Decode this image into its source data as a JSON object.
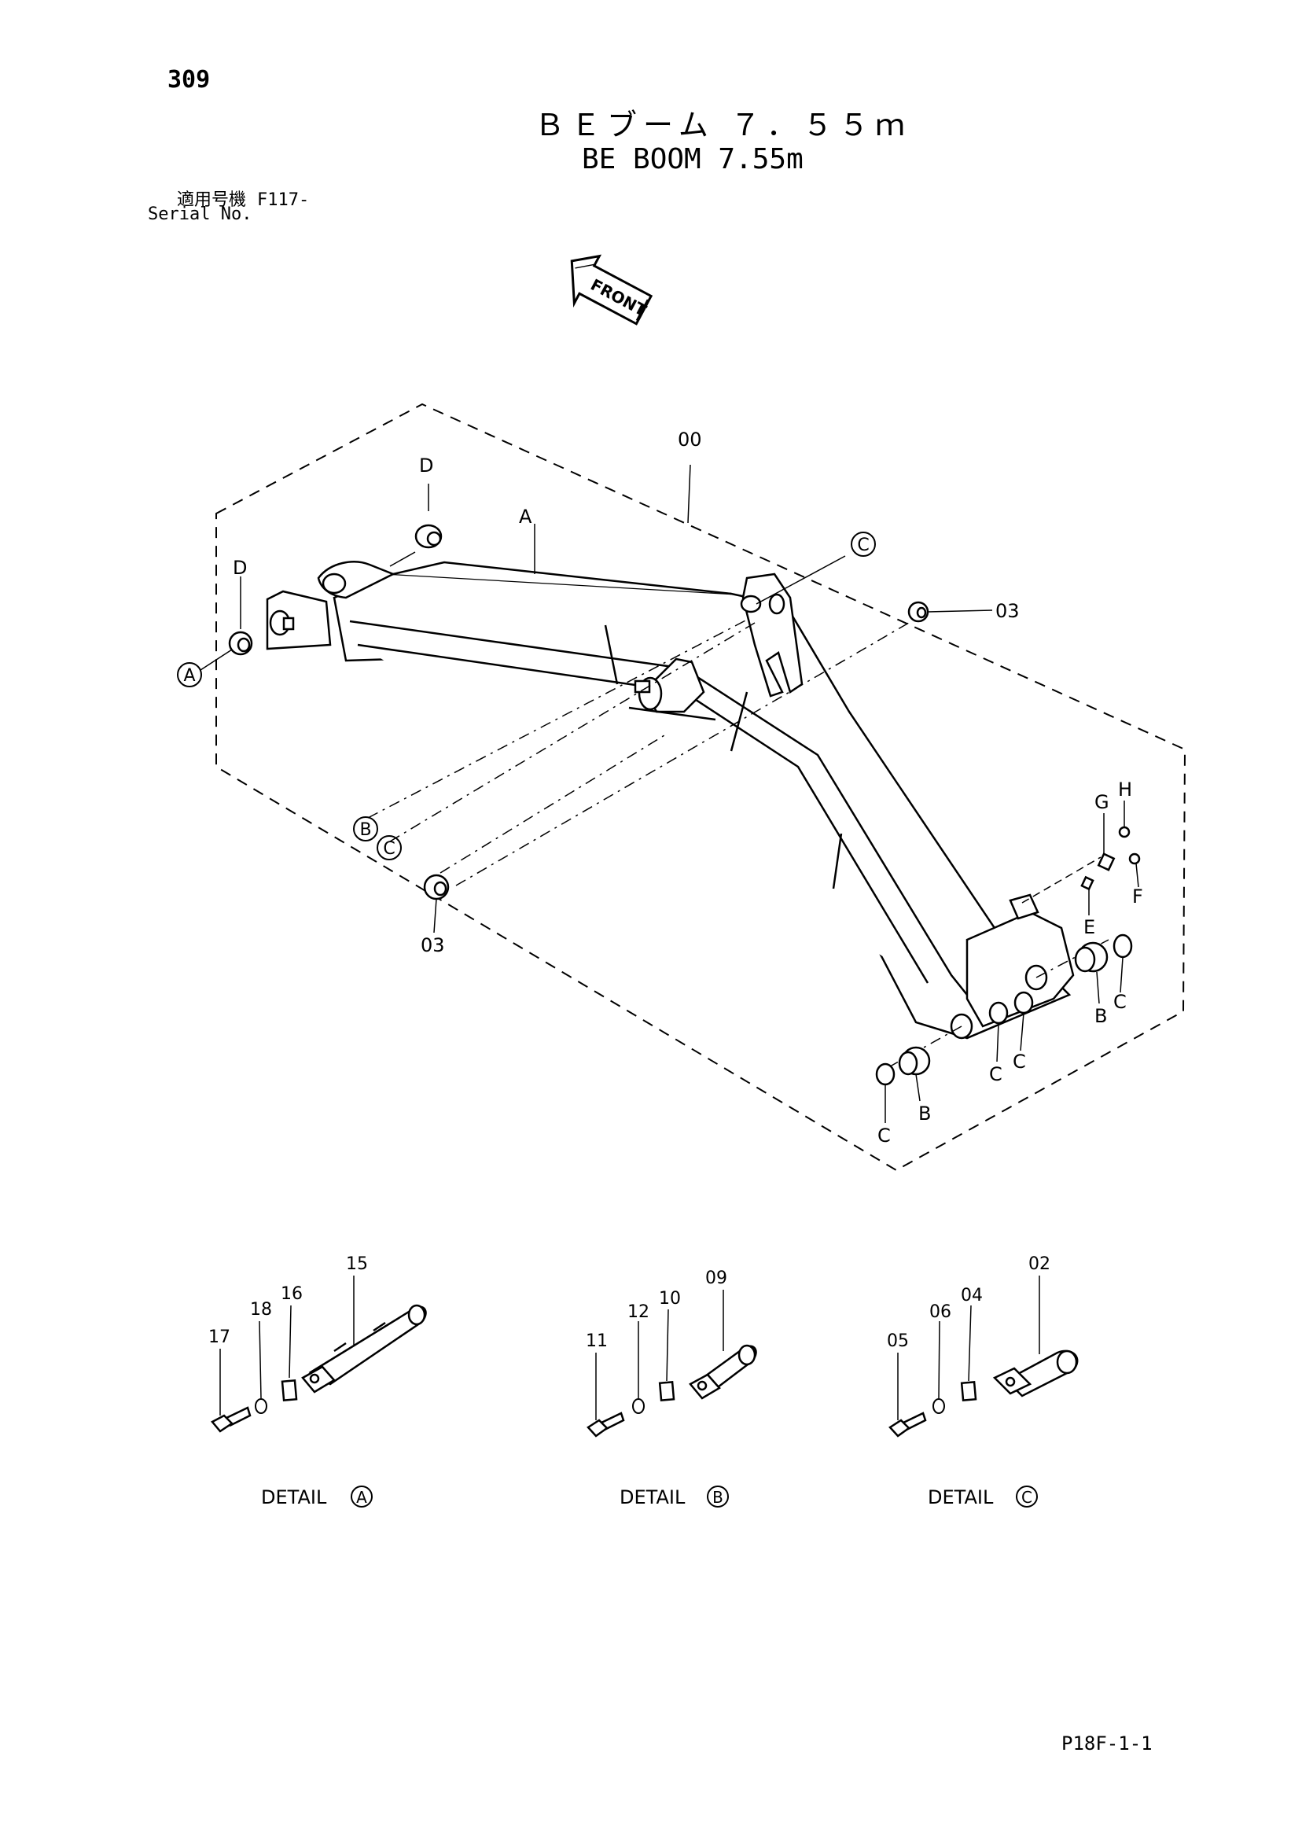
{
  "header": {
    "page_number": "309",
    "title_ja": "ＢＥブーム ７．５５ｍ",
    "title_en": "BE BOOM 7.55m",
    "serial_label_ja": "適用号機",
    "serial_value": "F117-",
    "serial_label_en": "Serial No."
  },
  "front_arrow": {
    "label": "FRONT"
  },
  "callouts": {
    "assembly": "00",
    "letters": {
      "A": "A",
      "B": "B",
      "C": "C",
      "D": "D",
      "E": "E",
      "F": "F",
      "G": "G",
      "H": "H"
    },
    "bushing": "03"
  },
  "details": [
    {
      "caption": "DETAIL",
      "marker": "A",
      "parts": {
        "pin": "15",
        "plate": "16",
        "washer": "18",
        "bolt": "17"
      }
    },
    {
      "caption": "DETAIL",
      "marker": "B",
      "parts": {
        "pin": "09",
        "plate": "10",
        "washer": "12",
        "bolt": "11"
      }
    },
    {
      "caption": "DETAIL",
      "marker": "C",
      "parts": {
        "pin": "02",
        "plate": "04",
        "washer": "06",
        "bolt": "05"
      }
    }
  ],
  "footer": {
    "code": "P18F-1-1"
  }
}
